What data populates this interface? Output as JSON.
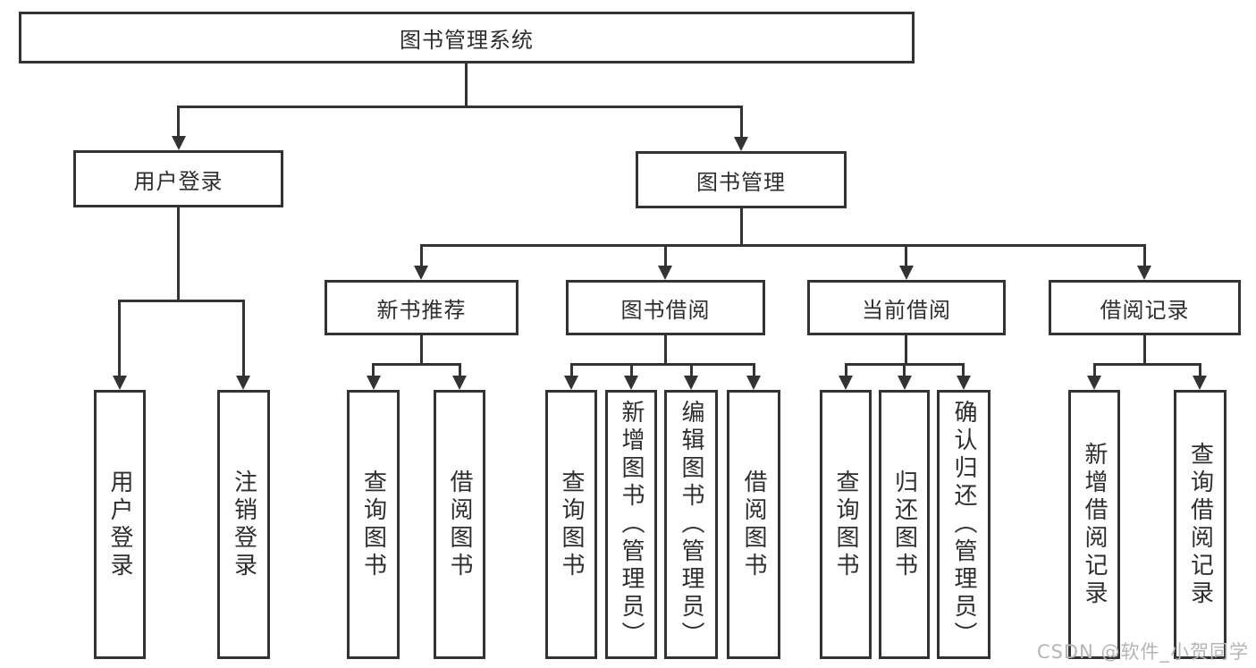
{
  "diagram": {
    "title": "图书管理系统",
    "root": {
      "label": "图书管理系统"
    },
    "level2": {
      "user_login": {
        "label": "用户登录"
      },
      "book_mgmt": {
        "label": "图书管理"
      }
    },
    "level3": {
      "new_books": {
        "label": "新书推荐"
      },
      "book_borrow": {
        "label": "图书借阅"
      },
      "current_borrow": {
        "label": "当前借阅"
      },
      "borrow_records": {
        "label": "借阅记录"
      }
    },
    "leaves": {
      "user": [
        "用户登录",
        "注销登录"
      ],
      "new_books": [
        "查询图书",
        "借阅图书"
      ],
      "book_borrow": [
        "查询图书",
        "新增图书（管理员）",
        "编辑图书（管理员）",
        "借阅图书"
      ],
      "current_borrow": [
        "查询图书",
        "归还图书",
        "确认归还（管理员）"
      ],
      "borrow_records": [
        "新增借阅记录",
        "查询借阅记录"
      ]
    }
  },
  "watermark": "CSDN @软件_小贺同学",
  "colors": {
    "line": "#333333",
    "text": "#2e2e2e",
    "background": "#ffffff",
    "watermark": "#b5b5b5"
  }
}
